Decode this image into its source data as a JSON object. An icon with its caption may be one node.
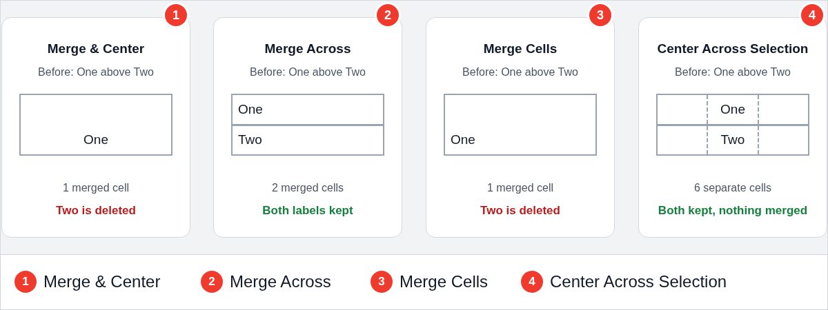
{
  "diagram": {
    "nodes": [
      {
        "text": [
          "Merge & Center",
          "Before: One above Two",
          "1 merged cell",
          "Two is deleted"
        ]
      },
      {
        "text": [
          "1"
        ]
      },
      {
        "text": [
          "One"
        ],
        "in": 0
      },
      {
        "text": [
          "Merge Across",
          "Before: One above Two",
          "2 merged cells",
          "Both labels kept"
        ]
      },
      {
        "text": [
          "2"
        ]
      },
      {
        "text": [
          "One"
        ],
        "in": 3
      },
      {
        "text": [
          "Two"
        ],
        "in": 3
      },
      {
        "text": [
          "Merge Cells",
          "Before: One above Two",
          "1 merged cell",
          "Two is deleted"
        ]
      },
      {
        "text": [
          "3"
        ]
      },
      {
        "text": [
          "One"
        ],
        "in": 7
      },
      {
        "text": [
          "Center Across Selection",
          "Before: One above Two",
          "6 separate cells",
          "Both kept, nothing merged"
        ]
      },
      {
        "text": [
          "4"
        ]
      },
      {
        "text": [],
        "shape": "box",
        "in": 10
      },
      {
        "text": [
          "One"
        ],
        "in": 10
      },
      {
        "text": [],
        "shape": "box",
        "in": 10
      },
      {
        "text": [],
        "shape": "box",
        "in": 10
      },
      {
        "text": [
          "Two"
        ],
        "in": 10
      },
      {
        "text": [],
        "shape": "box",
        "in": 10
      }
    ],
    "labels": [
      "1",
      "2",
      "3",
      "4"
    ],
    "legend": [
      {
        "text": "Merge & Center",
        "color": "#f03a2e"
      },
      {
        "text": "Merge Across",
        "color": "#f03a2e"
      },
      {
        "text": "Merge Cells",
        "color": "#f03a2e"
      },
      {
        "text": "Center Across Selection",
        "color": "#f03a2e"
      }
    ]
  }
}
